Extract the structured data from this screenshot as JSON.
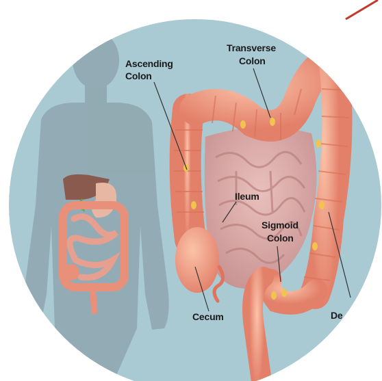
{
  "labels": {
    "ascending_line1": "Ascending",
    "ascending_line2": "Colon",
    "transverse_line1": "Transverse",
    "transverse_line2": "Colon",
    "ileum": "Ileum",
    "sigmoid_line1": "Sigmoid",
    "sigmoid_line2": "Colon",
    "cecum": "Cecum",
    "descending_partial": "De"
  },
  "colors": {
    "background_circle": "#a9c9d3",
    "silhouette": "#8fa6ae",
    "colon": "#ef9d7e",
    "colon_dark": "#d9745a",
    "small_intestine": "#d9a8a8",
    "leader_line": "#333333",
    "accent_stroke": "#c0392b"
  }
}
